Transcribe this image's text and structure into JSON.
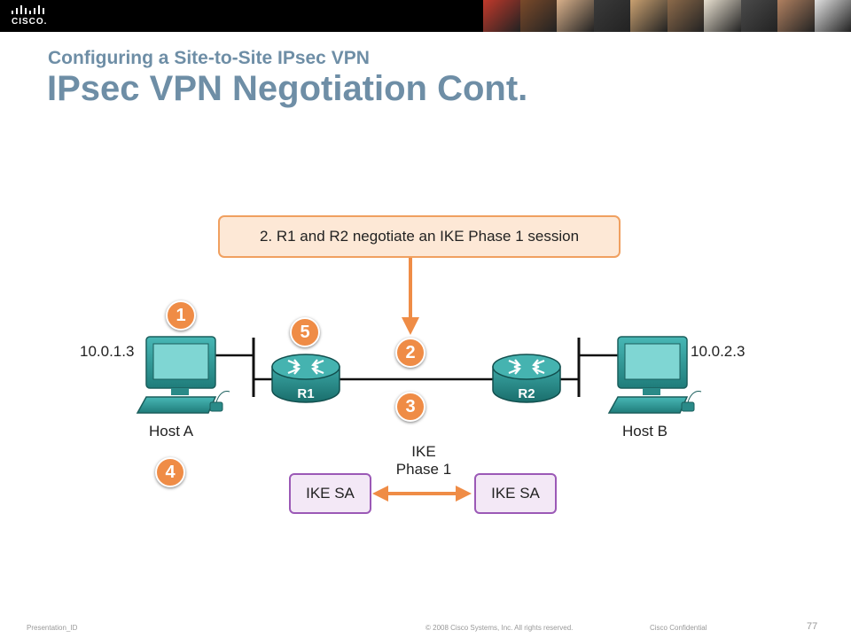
{
  "header": {
    "logo_text": "CISCO.",
    "photo_colors": [
      "#c0392b",
      "#7a4a2a",
      "#d8b08a",
      "#3a3a3a",
      "#c9a070",
      "#8c6a4a",
      "#e8e0d0",
      "#4a4a4a",
      "#b08060",
      "#e0e0e0"
    ]
  },
  "slide": {
    "subtitle": "Configuring a Site-to-Site IPsec VPN",
    "title": "IPsec VPN Negotiation Cont."
  },
  "diagram": {
    "callout": "2. R1 and R2 negotiate an IKE Phase 1 session",
    "host_a": {
      "ip": "10.0.1.3",
      "label": "Host A"
    },
    "host_b": {
      "ip": "10.0.2.3",
      "label": "Host B"
    },
    "router1": "R1",
    "router2": "R2",
    "steps": [
      "1",
      "2",
      "3",
      "4",
      "5"
    ],
    "ike_label_line1": "IKE",
    "ike_label_line2": "Phase 1",
    "sa_left": "IKE SA",
    "sa_right": "IKE SA",
    "colors": {
      "accent": "#ef8c46",
      "router": "#2a8a88",
      "sa_border": "#9b59b6"
    }
  },
  "footer": {
    "presentation_id": "Presentation_ID",
    "copyright": "© 2008 Cisco Systems, Inc. All rights reserved.",
    "confidential": "Cisco Confidential",
    "page_number": "77"
  }
}
